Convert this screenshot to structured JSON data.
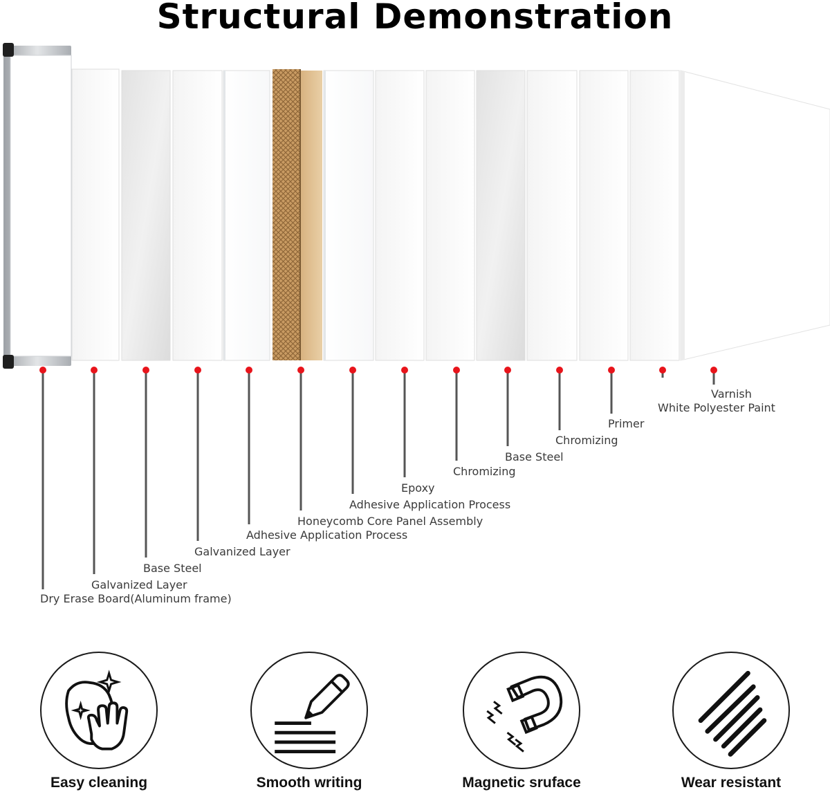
{
  "title": "Structural Demonstration",
  "layers": [
    {
      "label": "Dry Erase Board(Aluminum frame)",
      "kind": "frame"
    },
    {
      "label": "Galvanized Layer",
      "kind": "sheet"
    },
    {
      "label": "Base Steel",
      "kind": "steel"
    },
    {
      "label": "Galvanized Layer",
      "kind": "sheet"
    },
    {
      "label": "Adhesive Application Process",
      "kind": "clear"
    },
    {
      "label": "Honeycomb Core Panel Assembly",
      "kind": "honeycomb"
    },
    {
      "label": "Adhesive Application Process",
      "kind": "clear"
    },
    {
      "label": "Epoxy",
      "kind": "sheet"
    },
    {
      "label": "Chromizing",
      "kind": "sheet"
    },
    {
      "label": "Base Steel",
      "kind": "steel"
    },
    {
      "label": "Chromizing",
      "kind": "sheet"
    },
    {
      "label": "Primer",
      "kind": "sheet"
    },
    {
      "label": "White Polyester Paint",
      "kind": "sheet"
    },
    {
      "label": "Varnish",
      "kind": "front"
    }
  ],
  "features": [
    {
      "label": "Easy cleaning",
      "icon": "cleaning-cloth-icon"
    },
    {
      "label": "Smooth writing",
      "icon": "pencil-writing-icon"
    },
    {
      "label": "Magnetic sruface",
      "icon": "magnet-icon"
    },
    {
      "label": "Wear resistant",
      "icon": "scratch-lines-icon"
    }
  ],
  "colors": {
    "pin": "#e8141b",
    "line": "#555555",
    "frame": "#b9bcc0",
    "honeycomb": "#c89a62"
  }
}
